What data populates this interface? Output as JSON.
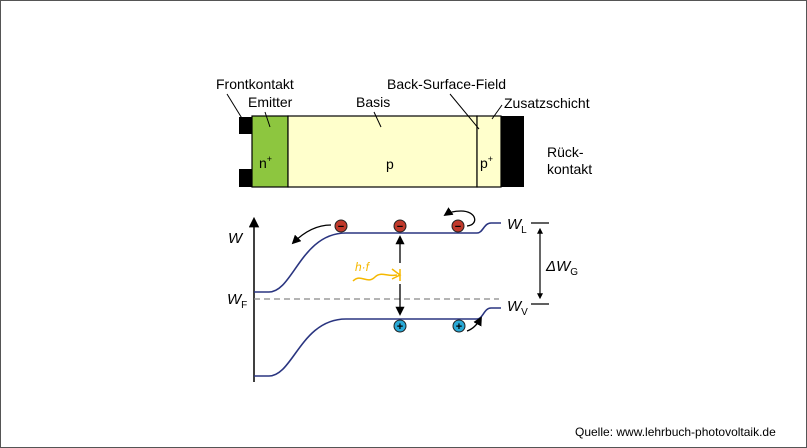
{
  "labels": {
    "front_contact": "Frontkontakt",
    "emitter": "Emitter",
    "basis": "Basis",
    "bsf": "Back-Surface-Field",
    "extra_layer": "Zusatzschicht",
    "rear_contact_line1": "Rück-",
    "rear_contact_line2": "kontakt",
    "n_plus_base": "n",
    "n_plus_sup": "+",
    "p_label": "p",
    "p_plus_base": "p",
    "p_plus_sup": "+"
  },
  "energy": {
    "w_axis": "W",
    "wf": "W",
    "wf_sub": "F",
    "wl": "W",
    "wl_sub": "L",
    "wv": "W",
    "wv_sub": "V",
    "delta": "Δ",
    "wg": "W",
    "wg_sub": "G",
    "photon": "h·f",
    "minus": "−",
    "plus": "+"
  },
  "source": "Quelle: www.lehrbuch-photovoltaik.de",
  "colors": {
    "emitter_green": "#8dc63f",
    "base_yellow": "#ffffcc",
    "contact_black": "#000000",
    "band_blue": "#2a3580",
    "electron_red": "#c0392b",
    "hole_blue": "#29a9d6",
    "photon_orange": "#f5b800",
    "fermi_gray": "#888888"
  }
}
